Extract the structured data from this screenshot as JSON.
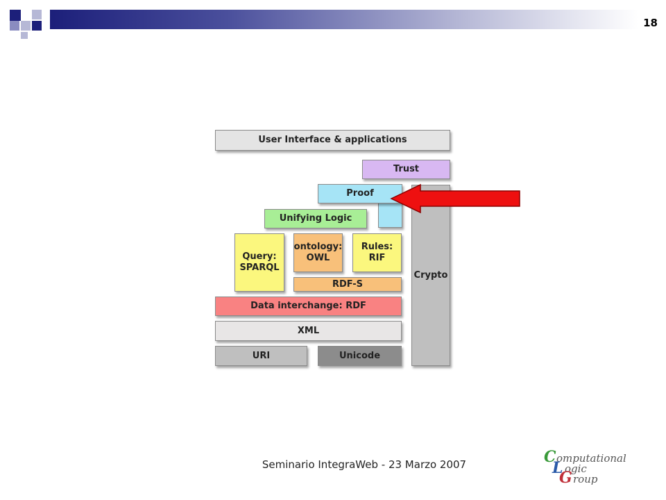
{
  "slide": {
    "number": "18"
  },
  "diagram": {
    "user_interface": "User Interface & applications",
    "trust": "Trust",
    "proof": "Proof",
    "unifying_logic": "Unifying Logic",
    "query": "Query:\nSPARQL",
    "ontology": "ontology:\nOWL",
    "rules": "Rules:\nRIF",
    "rdfs": "RDF-S",
    "data_interchange": "Data interchange: RDF",
    "xml": "XML",
    "uri": "URI",
    "unicode": "Unicode",
    "crypto": "Crypto"
  },
  "footer": {
    "text": "Seminario IntegraWeb - 23 Marzo 2007"
  },
  "logo": {
    "line1_initial": "C",
    "line1_rest": "omputational",
    "line2_initial": "L",
    "line2_rest": "ogic",
    "line3_initial": "G",
    "line3_rest": "roup"
  },
  "colors": {
    "header_dark": "#1c1f7a",
    "user_interface": "#e4e4e4",
    "trust": "#d8b8f2",
    "proof": "#a6e4f6",
    "unifying_logic": "#a8ee96",
    "query": "#fbf77e",
    "ontology": "#f8c07a",
    "rules": "#fbf77e",
    "rdfs": "#f8c07a",
    "data_interchange": "#f98282",
    "xml": "#e8e6e6",
    "uri": "#bfbfbf",
    "unicode": "#8c8c8c",
    "crypto": "#bfbfbf",
    "arrow": "#ee1010"
  }
}
